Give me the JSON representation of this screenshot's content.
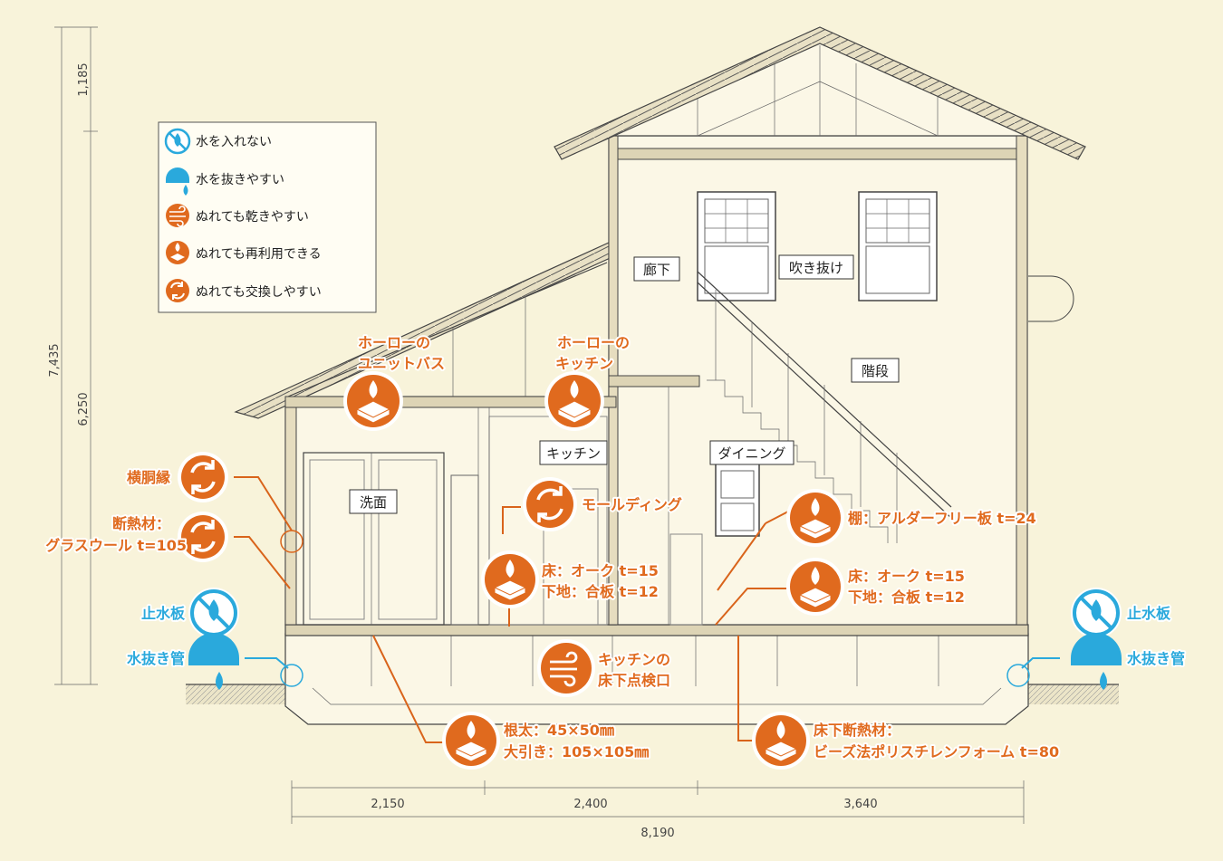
{
  "legend": {
    "items": [
      {
        "icon": "no-water-icon",
        "label": "水を入れない"
      },
      {
        "icon": "drain-water-icon",
        "label": "水を抜きやすい"
      },
      {
        "icon": "quick-dry-icon",
        "label": "ぬれても乾きやすい"
      },
      {
        "icon": "reusable-icon",
        "label": "ぬれても再利用できる"
      },
      {
        "icon": "replaceable-icon",
        "label": "ぬれても交換しやすい"
      }
    ]
  },
  "dimensions": {
    "vertical": [
      "1,185",
      "7,435",
      "6,250"
    ],
    "horizontal": [
      "2,150",
      "2,400",
      "3,640",
      "8,190"
    ]
  },
  "rooms": {
    "corridor": "廊下",
    "void": "吹き抜け",
    "stairs": "階段",
    "kitchen": "キッチン",
    "dining": "ダイニング",
    "washroom": "洗面"
  },
  "callouts": {
    "unit_bath_1": "ホーローの",
    "unit_bath_2": "ユニットバス",
    "enamel_kitchen_1": "ホーローの",
    "enamel_kitchen_2": "キッチン",
    "batten": "横胴縁",
    "insulation_1": "断熱材：",
    "insulation_2": "グラスウール t=105",
    "molding": "モールディング",
    "shelf": "棚：アルダーフリー板 t=24",
    "floor_left_1": "床：オーク t=15",
    "floor_left_2": "下地：合板 t=12",
    "floor_right_1": "床：オーク t=15",
    "floor_right_2": "下地：合板 t=12",
    "water_stop_left": "止水板",
    "drain_left": "水抜き管",
    "water_stop_right": "止水板",
    "drain_right": "水抜き管",
    "inspection_1": "キッチンの",
    "inspection_2": "床下点検口",
    "joist_1": "根太：45×50㎜",
    "joist_2": "大引き：105×105㎜",
    "underfloor_1": "床下断熱材：",
    "underfloor_2": "ビーズ法ポリスチレンフォーム t=80"
  },
  "colors": {
    "background": "#f8f3da",
    "accent_orange": "#e06a1e",
    "accent_blue": "#2aa9dc"
  }
}
